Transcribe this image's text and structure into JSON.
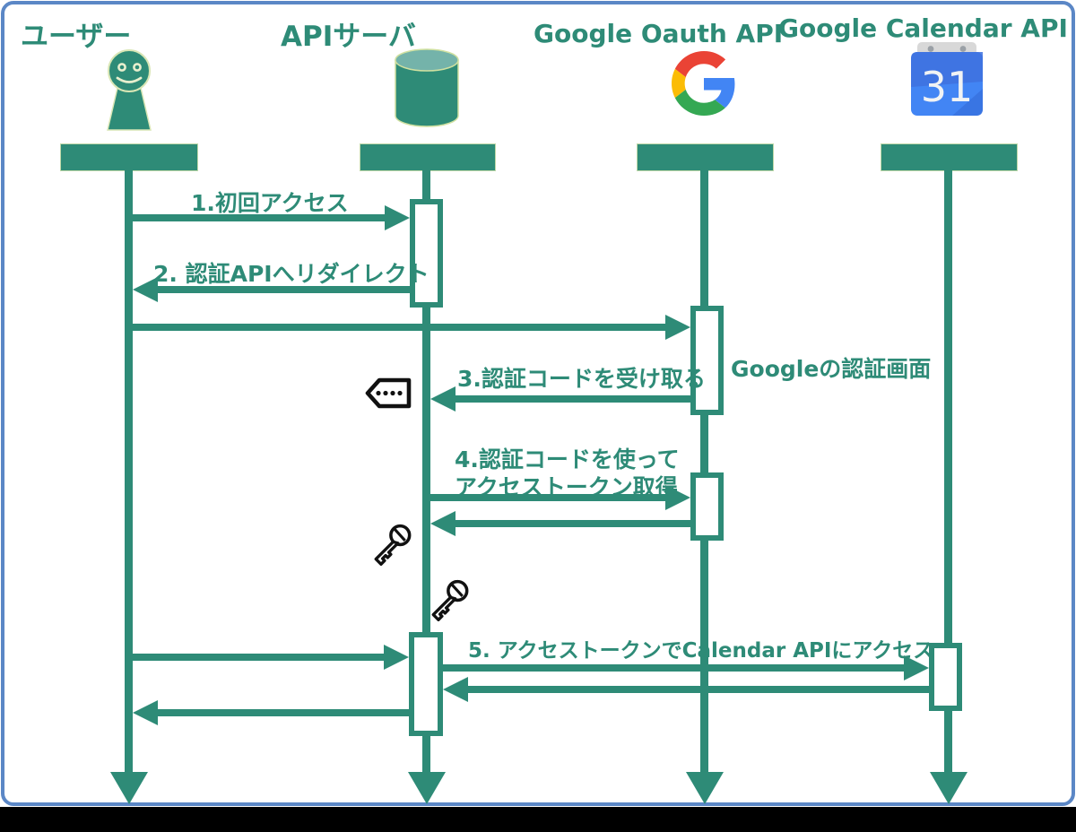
{
  "actors": [
    {
      "name": "ユーザー",
      "icon": "person-pawn-icon"
    },
    {
      "name": "APIサーバ",
      "icon": "database-cylinder-icon"
    },
    {
      "name": "Google Oauth API",
      "icon": "google-g-logo-icon"
    },
    {
      "name": "Google Calendar API",
      "icon": "google-calendar-icon",
      "icon_day": "31"
    }
  ],
  "messages": [
    {
      "label": "1.初回アクセス",
      "from": "user",
      "to": "api-server"
    },
    {
      "label": "2. 認証APIへリダイレクト",
      "from": "api-server",
      "to": "user"
    },
    {
      "label": "",
      "from": "user",
      "to": "google-oauth"
    },
    {
      "label": "3.認証コードを受け取る",
      "from": "google-oauth",
      "to": "api-server"
    },
    {
      "label": "4.認証コードを使って\nアクセストークン取得",
      "from": "api-server",
      "to": "google-oauth"
    },
    {
      "label": "",
      "from": "google-oauth",
      "to": "api-server"
    },
    {
      "label": "",
      "from": "user",
      "to": "api-server"
    },
    {
      "label": "5. アクセストークンでCalendar APIにアクセス",
      "from": "api-server",
      "to": "google-calendar"
    },
    {
      "label": "",
      "from": "google-calendar",
      "to": "api-server"
    },
    {
      "label": "",
      "from": "api-server",
      "to": "user"
    }
  ],
  "note": {
    "text": "Googleの認証画面"
  },
  "item_icons": {
    "auth_code": "tag-icon",
    "access_token_received": "key-icon",
    "access_token_stored": "key-icon"
  },
  "colors": {
    "accent_teal": "#2E8B77",
    "frame_border_blue": "#5B87C6",
    "icon_outline_black": "#111111",
    "google_red": "#EA4335",
    "google_yellow": "#FBBC05",
    "google_green": "#34A853",
    "google_blue": "#4285F4",
    "calendar_header_gray": "#D8D8D8"
  }
}
